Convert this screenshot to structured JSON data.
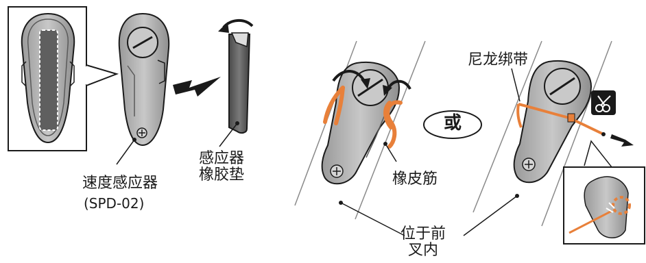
{
  "labels": {
    "speed_sensor": "速度感应器",
    "sensor_model": "(SPD-02)",
    "sensor_pad_line1": "感应器",
    "sensor_pad_line2": "橡胶垫",
    "rubber_band": "橡皮筋",
    "or": "或",
    "nylon_tie": "尼龙绑带",
    "fork_line1": "位于前",
    "fork_line2": "叉内"
  },
  "icons": [
    "scissors-icon",
    "arrow-right-icon",
    "peel-arrow-icon",
    "screw-icon"
  ],
  "colors": {
    "sensor_body": "#b5b5b5",
    "sensor_dark": "#5a5a5a",
    "rubber_band": "#e8803a",
    "line": "#1a1a1a"
  }
}
